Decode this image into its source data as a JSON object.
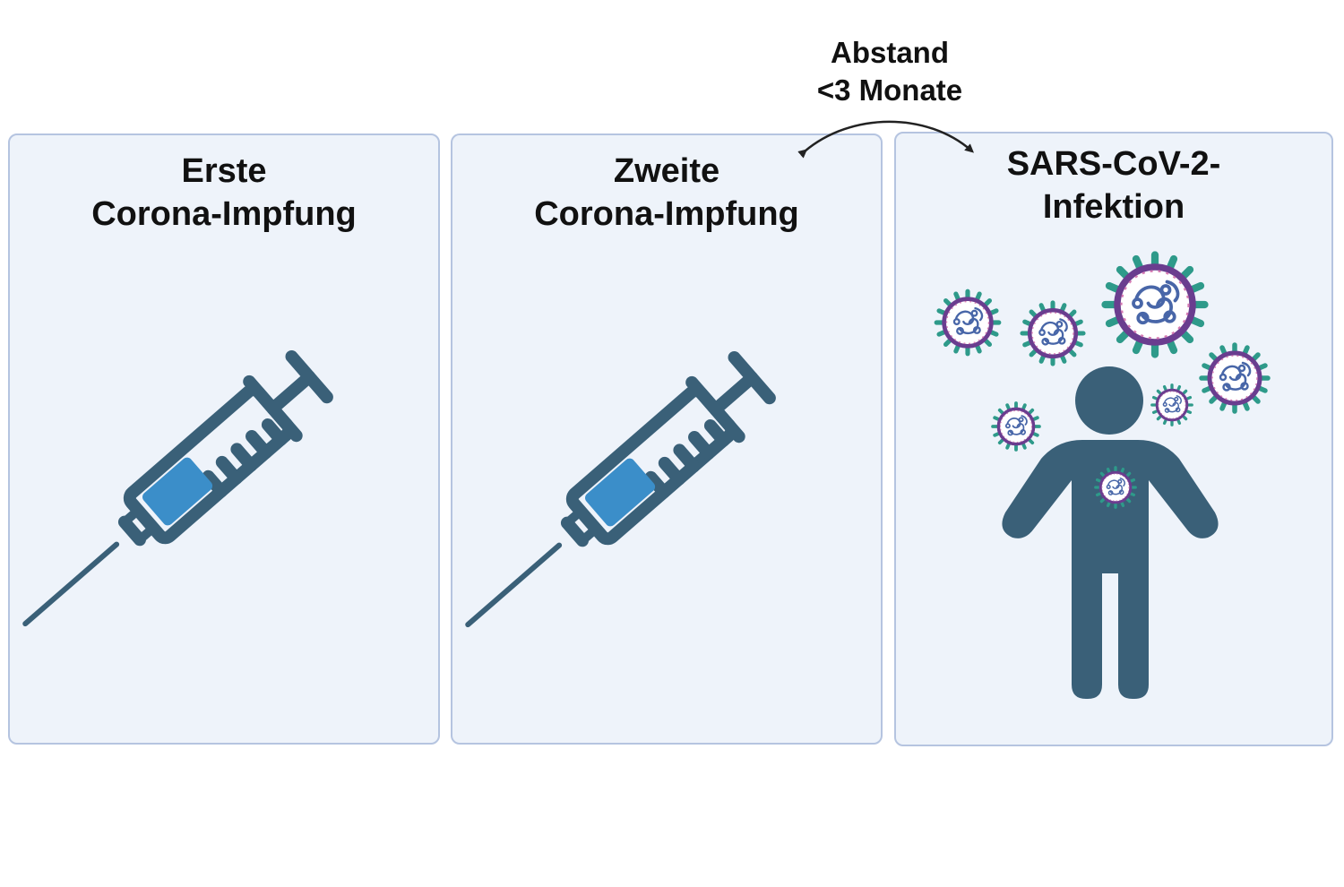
{
  "panels": [
    {
      "title_lines": [
        "Erste",
        "Corona-Impfung"
      ],
      "icon": "syringe-icon"
    },
    {
      "title_lines": [
        "Zweite",
        "Corona-Impfung"
      ],
      "icon": "syringe-icon"
    },
    {
      "title_lines": [
        "SARS-CoV-2-",
        "Infektion"
      ],
      "icon": "person-with-virus-icon"
    }
  ],
  "interval": {
    "lines": [
      "Abstand",
      "<3 Monate"
    ]
  },
  "colors": {
    "panel_fill": "#eef3fa",
    "panel_border": "#b5c4e0",
    "icon_dark": "#3a6078",
    "syringe_liquid": "#3b8ec9",
    "virus_spike": "#2e9a8a",
    "virus_membrane": "#6a3d8f",
    "virus_core": "#4866a8"
  }
}
